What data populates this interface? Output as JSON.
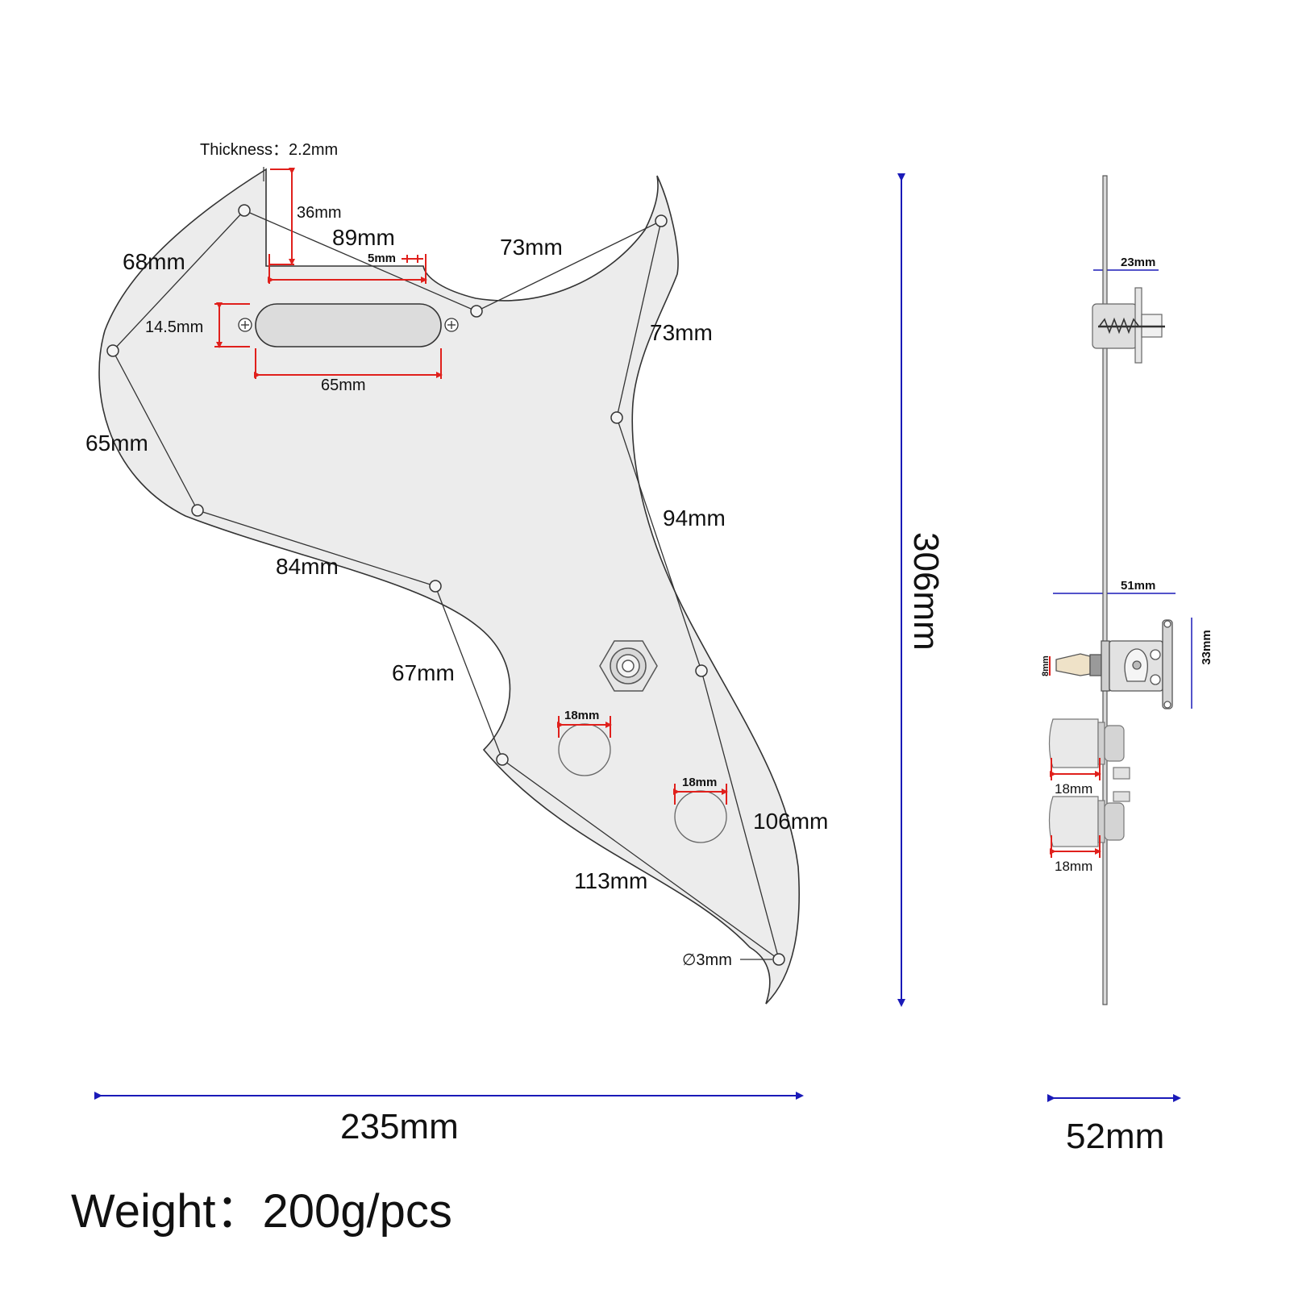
{
  "colors": {
    "plate_fill": "#ececec",
    "outline": "#333333",
    "dim_red": "#e0201c",
    "dim_blue": "#1a1ab8",
    "background": "#ffffff"
  },
  "labels": {
    "thickness": "Thickness：2.2mm",
    "d36": "36mm",
    "d89": "89mm",
    "d5": "5mm",
    "d68": "68mm",
    "d73_top": "73mm",
    "d73_right": "73mm",
    "d14_5": "14.5mm",
    "d65_pickup": "65mm",
    "d65_left": "65mm",
    "d94": "94mm",
    "d84": "84mm",
    "d67": "67mm",
    "d18_a": "18mm",
    "d18_b": "18mm",
    "d106": "106mm",
    "d113": "113mm",
    "hole": "∅3mm",
    "height": "306mm",
    "width": "235mm",
    "side_width": "52mm",
    "side_23": "23mm",
    "side_51": "51mm",
    "side_33": "33mm",
    "side_8": "8mm",
    "side_18_a": "18mm",
    "side_18_b": "18mm",
    "weight": "Weight：200g/pcs"
  },
  "icons": {
    "screw": "screw-icon",
    "jack": "output-jack-icon",
    "switch": "toggle-switch-icon",
    "knob": "potentiometer-knob-icon"
  }
}
